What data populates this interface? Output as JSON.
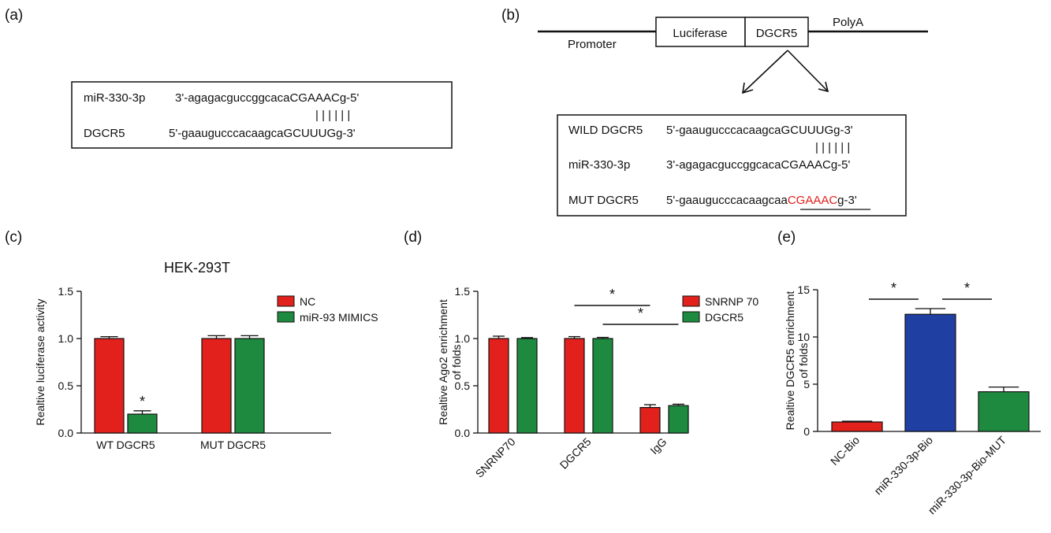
{
  "panels": {
    "a": {
      "letter": "(a)",
      "rows": [
        {
          "label": "miR-330-3p",
          "sequence": "3'-agagacguccggcacaCGAAACg-5'"
        },
        {
          "label": "DGCR5",
          "sequence": "5'-gaaugucccacaagcaGCUUUGg-3'"
        }
      ],
      "pairs": "| | | | | |"
    },
    "b": {
      "letter": "(b)",
      "construct": {
        "promoter": "Promoter",
        "luciferase": "Luciferase",
        "dgcr5": "DGCR5",
        "polya": "PolyA"
      },
      "rows": [
        {
          "label": "WILD DGCR5",
          "prefix": "5'-gaaugucccacaagcaGCUUUGg-3'",
          "highlight": "",
          "suffix": ""
        },
        {
          "label": "miR-330-3p",
          "prefix": "3'-agagacguccggcacaCGAAACg-5'",
          "highlight": "",
          "suffix": ""
        },
        {
          "label": "MUT DGCR5",
          "prefix": "5'-gaaugucccacaagcaa",
          "highlight": "CGAAAC",
          "suffix": "g-3'"
        }
      ],
      "pairs": "| | | | | |",
      "mutation_color": "#e0201c"
    },
    "c": {
      "letter": "(c)"
    },
    "d": {
      "letter": "(d)"
    },
    "e": {
      "letter": "(e)"
    }
  },
  "colors": {
    "red": "#e3211c",
    "green": "#1e8a3f",
    "blue": "#1f3fa3"
  },
  "chart_data": [
    {
      "id": "c",
      "type": "bar",
      "title": "HEK-293T",
      "ylabel": "Realtive luciferase activity",
      "xlabel": "",
      "ylim": [
        0,
        1.5
      ],
      "yticks": [
        0,
        0.5,
        1.0,
        1.5
      ],
      "ytick_labels": [
        "0.0",
        "0.5",
        "1.0",
        "1.5"
      ],
      "categories": [
        "WT DGCR5",
        "MUT DGCR5"
      ],
      "series": [
        {
          "name": "NC",
          "color": "#e3211c",
          "values": [
            1.0,
            1.0
          ],
          "errors": [
            0.02,
            0.03
          ]
        },
        {
          "name": "miR-93 MIMICS",
          "color": "#1e8a3f",
          "values": [
            0.2,
            1.0
          ],
          "errors": [
            0.035,
            0.03
          ]
        }
      ],
      "legend": "top-right",
      "significance": [
        {
          "text": "*",
          "category": 0,
          "series": 1
        }
      ],
      "rotate_ticks": false
    },
    {
      "id": "d",
      "type": "bar",
      "title": "",
      "ylabel": "Realtive Ago2 enrichment of folds",
      "xlabel": "",
      "ylim": [
        0,
        1.5
      ],
      "yticks": [
        0,
        0.5,
        1.0,
        1.5
      ],
      "ytick_labels": [
        "0.0",
        "0.5",
        "1.0",
        "1.5"
      ],
      "categories": [
        "SNRNP70",
        "DGCR5",
        "IgG"
      ],
      "series": [
        {
          "name": "SNRNP 70",
          "color": "#e3211c",
          "values": [
            1.0,
            1.0,
            0.27
          ],
          "errors": [
            0.025,
            0.02,
            0.03
          ]
        },
        {
          "name": "DGCR5",
          "color": "#1e8a3f",
          "values": [
            1.0,
            1.0,
            0.29
          ],
          "errors": [
            0.01,
            0.012,
            0.015
          ]
        }
      ],
      "legend": "top-right",
      "brackets": [
        {
          "from": [
            1,
            0
          ],
          "to": [
            2,
            0
          ],
          "y": 1.35,
          "text": "*"
        },
        {
          "from": [
            1,
            1
          ],
          "to": [
            2,
            1
          ],
          "y": 1.15,
          "text": "*"
        }
      ],
      "rotate_ticks": true
    },
    {
      "id": "e",
      "type": "bar",
      "title": "",
      "ylabel": "Realtive DGCR5 enrichment of folds",
      "xlabel": "",
      "ylim": [
        0,
        15
      ],
      "yticks": [
        0,
        5,
        10,
        15
      ],
      "ytick_labels": [
        "0",
        "5",
        "10",
        "15"
      ],
      "categories": [
        "NC-Bio",
        "miR-330-3p-Bio",
        "miR-330-3p-Bio-MUT"
      ],
      "series": [
        {
          "name": "",
          "colors": [
            "#e3211c",
            "#1f3fa3",
            "#1e8a3f"
          ],
          "values": [
            1.0,
            12.4,
            4.2
          ],
          "errors": [
            0.08,
            0.6,
            0.5
          ]
        }
      ],
      "brackets": [
        {
          "from": [
            0,
            0
          ],
          "to": [
            1,
            0
          ],
          "y": 14.0,
          "text": "*"
        },
        {
          "from": [
            1,
            0
          ],
          "to": [
            2,
            0
          ],
          "y": 14.0,
          "text": "*"
        }
      ],
      "rotate_ticks": true
    }
  ]
}
